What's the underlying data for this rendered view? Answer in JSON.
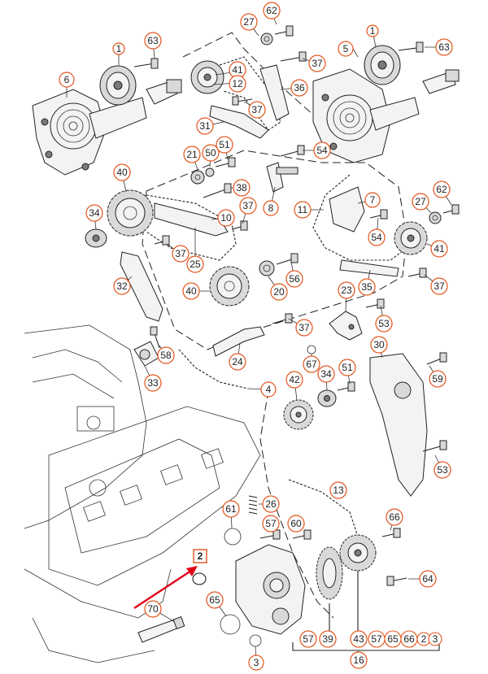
{
  "callouts": [
    {
      "id": "c27a",
      "label": "27"
    },
    {
      "id": "c62a",
      "label": "62"
    },
    {
      "id": "c1a",
      "label": "1"
    },
    {
      "id": "c63a",
      "label": "63"
    },
    {
      "id": "c6",
      "label": "6"
    },
    {
      "id": "c41a",
      "label": "41"
    },
    {
      "id": "c12",
      "label": "12"
    },
    {
      "id": "c37a",
      "label": "37"
    },
    {
      "id": "c36",
      "label": "36"
    },
    {
      "id": "c37b",
      "label": "37"
    },
    {
      "id": "c31",
      "label": "31"
    },
    {
      "id": "c5",
      "label": "5"
    },
    {
      "id": "c1b",
      "label": "1"
    },
    {
      "id": "c63b",
      "label": "63"
    },
    {
      "id": "c21",
      "label": "21"
    },
    {
      "id": "c50",
      "label": "50"
    },
    {
      "id": "c51a",
      "label": "51"
    },
    {
      "id": "c54a",
      "label": "54"
    },
    {
      "id": "c40a",
      "label": "40"
    },
    {
      "id": "c38",
      "label": "38"
    },
    {
      "id": "c34a",
      "label": "34"
    },
    {
      "id": "c37c",
      "label": "37"
    },
    {
      "id": "c10",
      "label": "10"
    },
    {
      "id": "c8",
      "label": "8"
    },
    {
      "id": "c11",
      "label": "11"
    },
    {
      "id": "c7",
      "label": "7"
    },
    {
      "id": "c27b",
      "label": "27"
    },
    {
      "id": "c62b",
      "label": "62"
    },
    {
      "id": "c54b",
      "label": "54"
    },
    {
      "id": "c41b",
      "label": "41"
    },
    {
      "id": "c37d",
      "label": "37"
    },
    {
      "id": "c25",
      "label": "25"
    },
    {
      "id": "c56",
      "label": "56"
    },
    {
      "id": "c32",
      "label": "32"
    },
    {
      "id": "c40b",
      "label": "40"
    },
    {
      "id": "c20",
      "label": "20"
    },
    {
      "id": "c35",
      "label": "35"
    },
    {
      "id": "c37e",
      "label": "37"
    },
    {
      "id": "c23",
      "label": "23"
    },
    {
      "id": "c53a",
      "label": "53"
    },
    {
      "id": "c37f",
      "label": "37"
    },
    {
      "id": "c58",
      "label": "58"
    },
    {
      "id": "c24",
      "label": "24"
    },
    {
      "id": "c67",
      "label": "67"
    },
    {
      "id": "c30",
      "label": "30"
    },
    {
      "id": "c33",
      "label": "33"
    },
    {
      "id": "c42",
      "label": "42"
    },
    {
      "id": "c34b",
      "label": "34"
    },
    {
      "id": "c51b",
      "label": "51"
    },
    {
      "id": "c59",
      "label": "59"
    },
    {
      "id": "c4",
      "label": "4"
    },
    {
      "id": "c53b",
      "label": "53"
    },
    {
      "id": "c13",
      "label": "13"
    },
    {
      "id": "c26",
      "label": "26"
    },
    {
      "id": "c61",
      "label": "61"
    },
    {
      "id": "c57a",
      "label": "57"
    },
    {
      "id": "c60",
      "label": "60"
    },
    {
      "id": "c66",
      "label": "66"
    },
    {
      "id": "c64",
      "label": "64"
    },
    {
      "id": "c65",
      "label": "65"
    },
    {
      "id": "c70",
      "label": "70"
    },
    {
      "id": "c3",
      "label": "3"
    },
    {
      "id": "c57b",
      "label": "57"
    },
    {
      "id": "c39",
      "label": "39"
    },
    {
      "id": "c43",
      "label": "43"
    },
    {
      "id": "c16",
      "label": "16"
    }
  ],
  "highlight": {
    "label": "2",
    "color": "#e2001a"
  },
  "bottom_row": [
    "57",
    "65",
    "66",
    "2",
    "3"
  ],
  "colors": {
    "callout_border": "#e2541b",
    "arrow": "#e2001a",
    "line": "#222222"
  }
}
